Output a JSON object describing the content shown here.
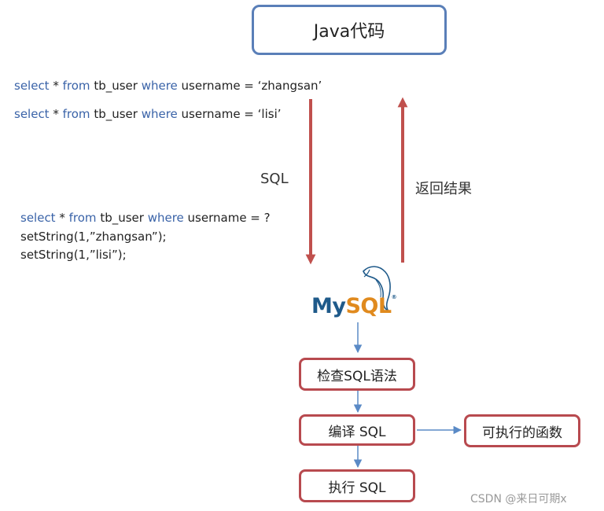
{
  "java_box": {
    "label": "Java代码"
  },
  "direct_sql": {
    "line1": {
      "kw1": "select",
      "mid1": " * ",
      "kw2": "from",
      "mid2": " tb_user ",
      "kw3": "where",
      "rest": " username = ‘zhangsan’"
    },
    "line2": {
      "kw1": "select",
      "mid1": " * ",
      "kw2": "from",
      "mid2": " tb_user ",
      "kw3": "where",
      "rest": " username = ‘lisi’"
    }
  },
  "prepared_sql": {
    "line1": {
      "kw1": "select",
      "mid1": " * ",
      "kw2": "from",
      "mid2": " tb_user ",
      "kw3": "where",
      "rest": " username = ?"
    },
    "line2": "setString(1,”zhangsan”);",
    "line3": "setString(1,”lisi”);"
  },
  "arrow_labels": {
    "down": "SQL",
    "up": "返回结果"
  },
  "mysql_logo": {
    "part1": "My",
    "part2": "SQL",
    "mark": "®"
  },
  "steps": {
    "check": "检查SQL语法",
    "compile": "编译 SQL",
    "execute": "执行 SQL",
    "function": "可执行的函数"
  },
  "watermark": "CSDN @来日可期x",
  "colors": {
    "box_blue": "#5a7fb8",
    "box_red": "#b84a4f",
    "arrow_red": "#c0504d",
    "arrow_blue": "#5a8ac6",
    "keyword": "#3a63a8"
  }
}
